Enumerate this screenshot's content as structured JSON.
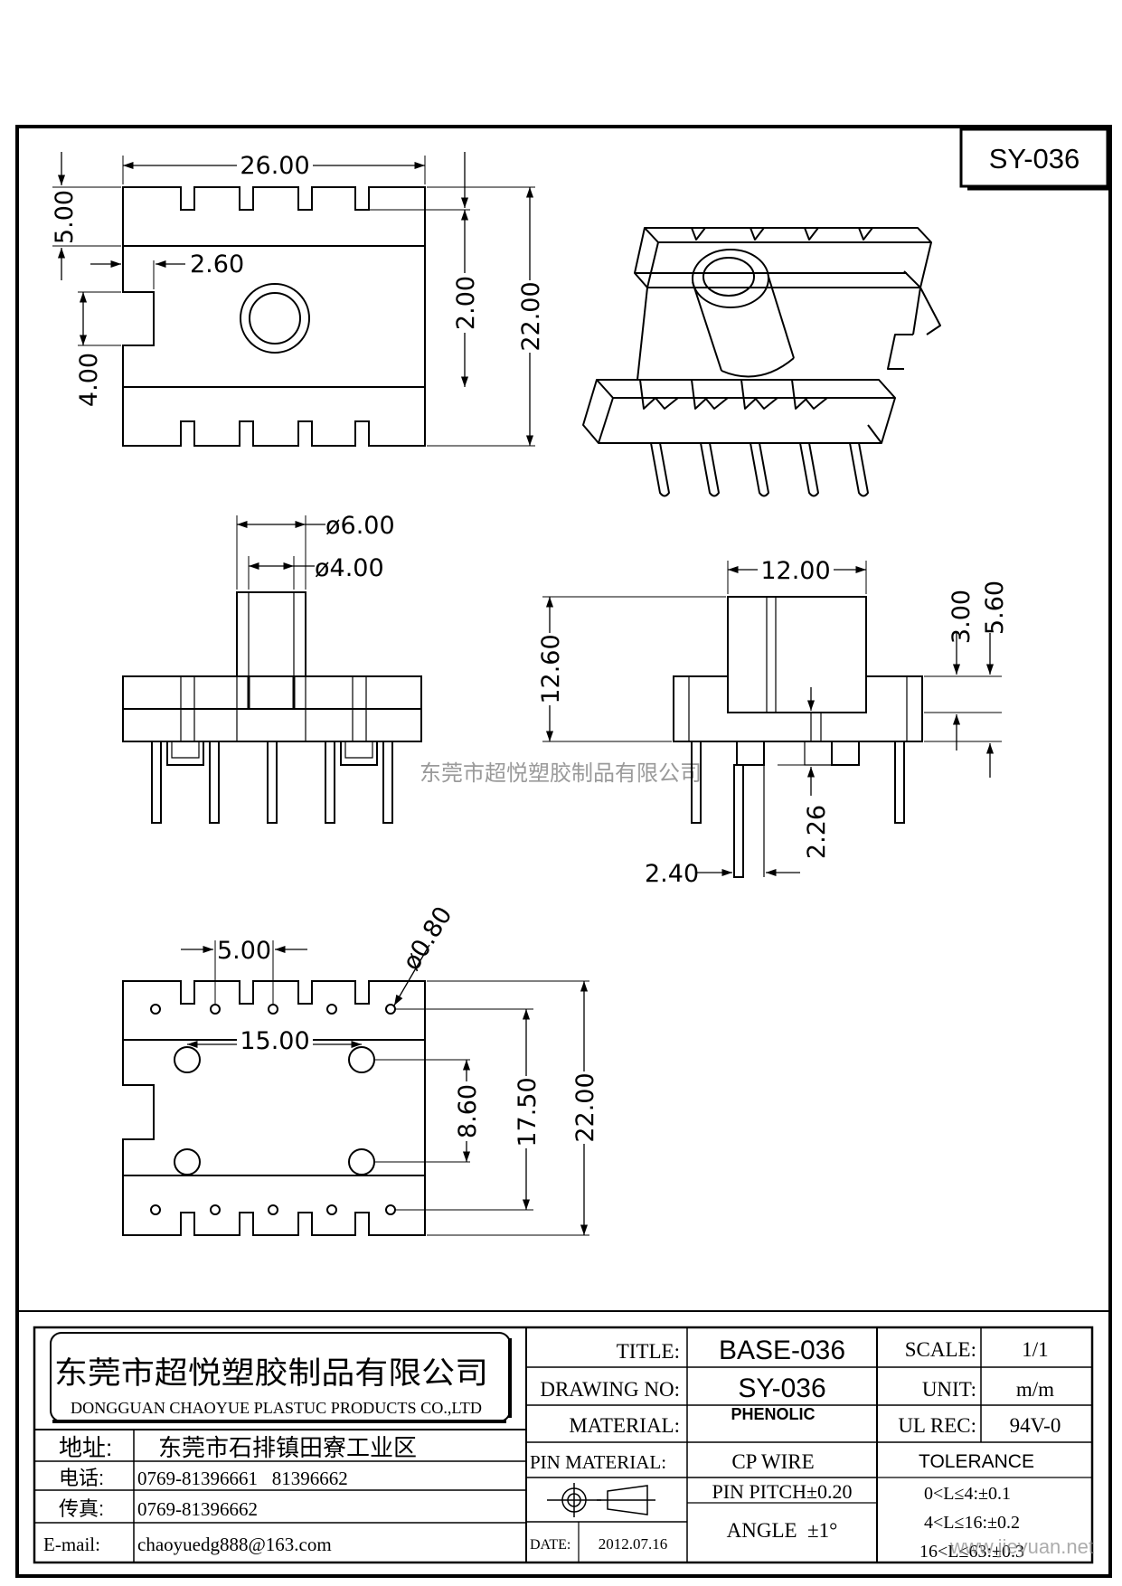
{
  "drawing_id_box": "SY-036",
  "watermark_center": "东莞市超悦塑胶制品有限公司",
  "watermark_corner": "www.jieyuan.net",
  "top_view": {
    "width": "26.00",
    "top_offset": "5.00",
    "side_tab": "2.60",
    "tab_height": "4.00",
    "inner": "2.00",
    "height": "22.00"
  },
  "front_view": {
    "outer_dia": "ø6.00",
    "inner_dia": "ø4.00"
  },
  "side_view": {
    "width": "12.00",
    "height": "12.60",
    "dim_a": "3.00",
    "dim_b": "5.60",
    "pin_len": "2.26",
    "pin_gap": "2.40"
  },
  "bottom_view": {
    "pitch": "5.00",
    "pin_dia": "ø0.80",
    "hole_spacing": "15.00",
    "hole_v": "8.60",
    "pin_v": "17.50",
    "height": "22.00"
  },
  "company": {
    "name_cn": "东莞市超悦塑胶制品有限公司",
    "name_en": "DONGGUAN CHAOYUE PLASTUC PRODUCTS CO.,LTD",
    "address_label": "地址:",
    "address": "东莞市石排镇田寮工业区",
    "phone_label": "电话:",
    "phone": "0769-81396661   81396662",
    "fax_label": "传真:",
    "fax": "0769-81396662",
    "email_label": "E-mail:",
    "email": "chaoyuedg888@163.com"
  },
  "title_block": {
    "title_label": "TITLE:",
    "title_value": "BASE-036",
    "drawing_no_label": "DRAWING NO:",
    "drawing_no_value": "SY-036",
    "material_label": "MATERIAL:",
    "material_value": "PHENOLIC",
    "pin_material_label": "PIN MATERIAL:",
    "pin_material_value": "CP WIRE",
    "pin_pitch": "PIN PITCH±0.20",
    "angle": "ANGLE  ±1°",
    "date_label": "DATE:",
    "date_value": "2012.07.16",
    "scale_label": "SCALE:",
    "scale_value": "1/1",
    "unit_label": "UNIT:",
    "unit_value": "m/m",
    "ul_label": "UL REC:",
    "ul_value": "94V-0",
    "tolerance_label": "TOLERANCE",
    "tol_1": "0<L≤4:±0.1",
    "tol_2": "4<L≤16:±0.2",
    "tol_3": "16<L≤63:±0.3"
  }
}
